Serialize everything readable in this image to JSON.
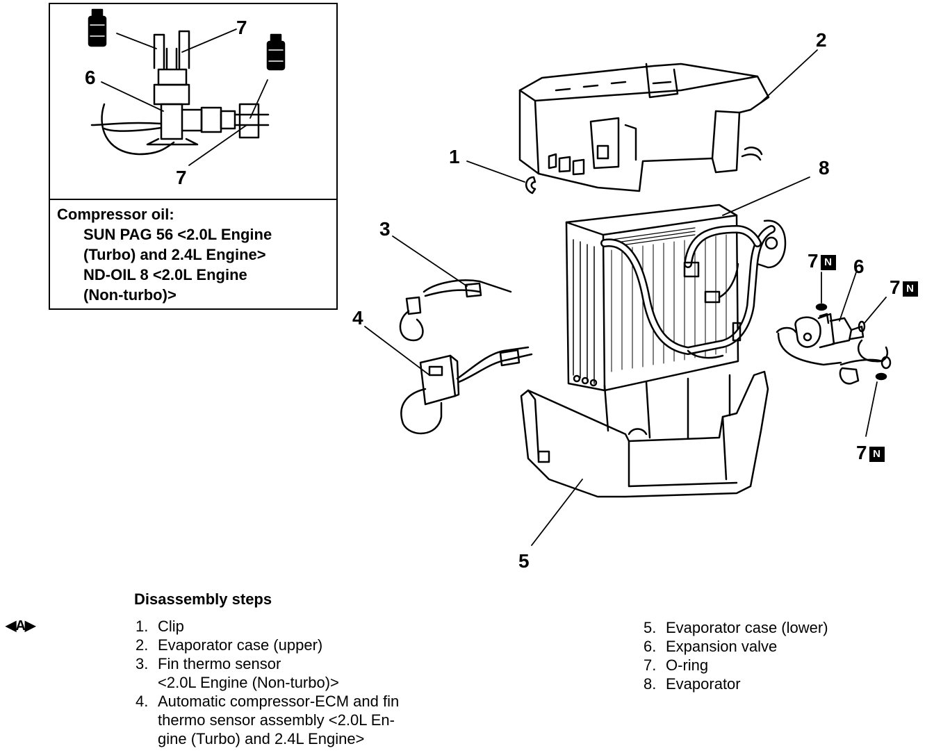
{
  "inset": {
    "callouts": [
      "7",
      "6",
      "7"
    ],
    "oil_note": {
      "title": "Compressor oil:",
      "lines": [
        "SUN PAG 56 <2.0L Engine",
        "(Turbo) and 2.4L Engine>",
        "ND-OIL 8 <2.0L Engine",
        "(Non-turbo)>"
      ]
    }
  },
  "main_callouts": {
    "c1": "1",
    "c2": "2",
    "c3": "3",
    "c4": "4",
    "c5": "5",
    "c6": "6",
    "c8": "8",
    "c7a": "7",
    "c7b": "7",
    "c7c": "7",
    "new_part_mark": "N"
  },
  "service_mark": "◀A▶",
  "steps_title": "Disassembly steps",
  "steps_left": [
    {
      "num": "1.",
      "lines": [
        "Clip"
      ]
    },
    {
      "num": "2.",
      "lines": [
        "Evaporator case (upper)"
      ]
    },
    {
      "num": "3.",
      "lines": [
        "Fin thermo sensor",
        "<2.0L Engine (Non-turbo)>"
      ]
    },
    {
      "num": "4.",
      "lines": [
        "Automatic compressor-ECM and fin",
        "thermo sensor assembly <2.0L En-",
        "gine (Turbo) and 2.4L Engine>"
      ]
    }
  ],
  "steps_right": [
    {
      "num": "5.",
      "lines": [
        "Evaporator case (lower)"
      ]
    },
    {
      "num": "6.",
      "lines": [
        "Expansion valve"
      ]
    },
    {
      "num": "7.",
      "lines": [
        "O-ring"
      ]
    },
    {
      "num": "8.",
      "lines": [
        "Evaporator"
      ]
    }
  ]
}
